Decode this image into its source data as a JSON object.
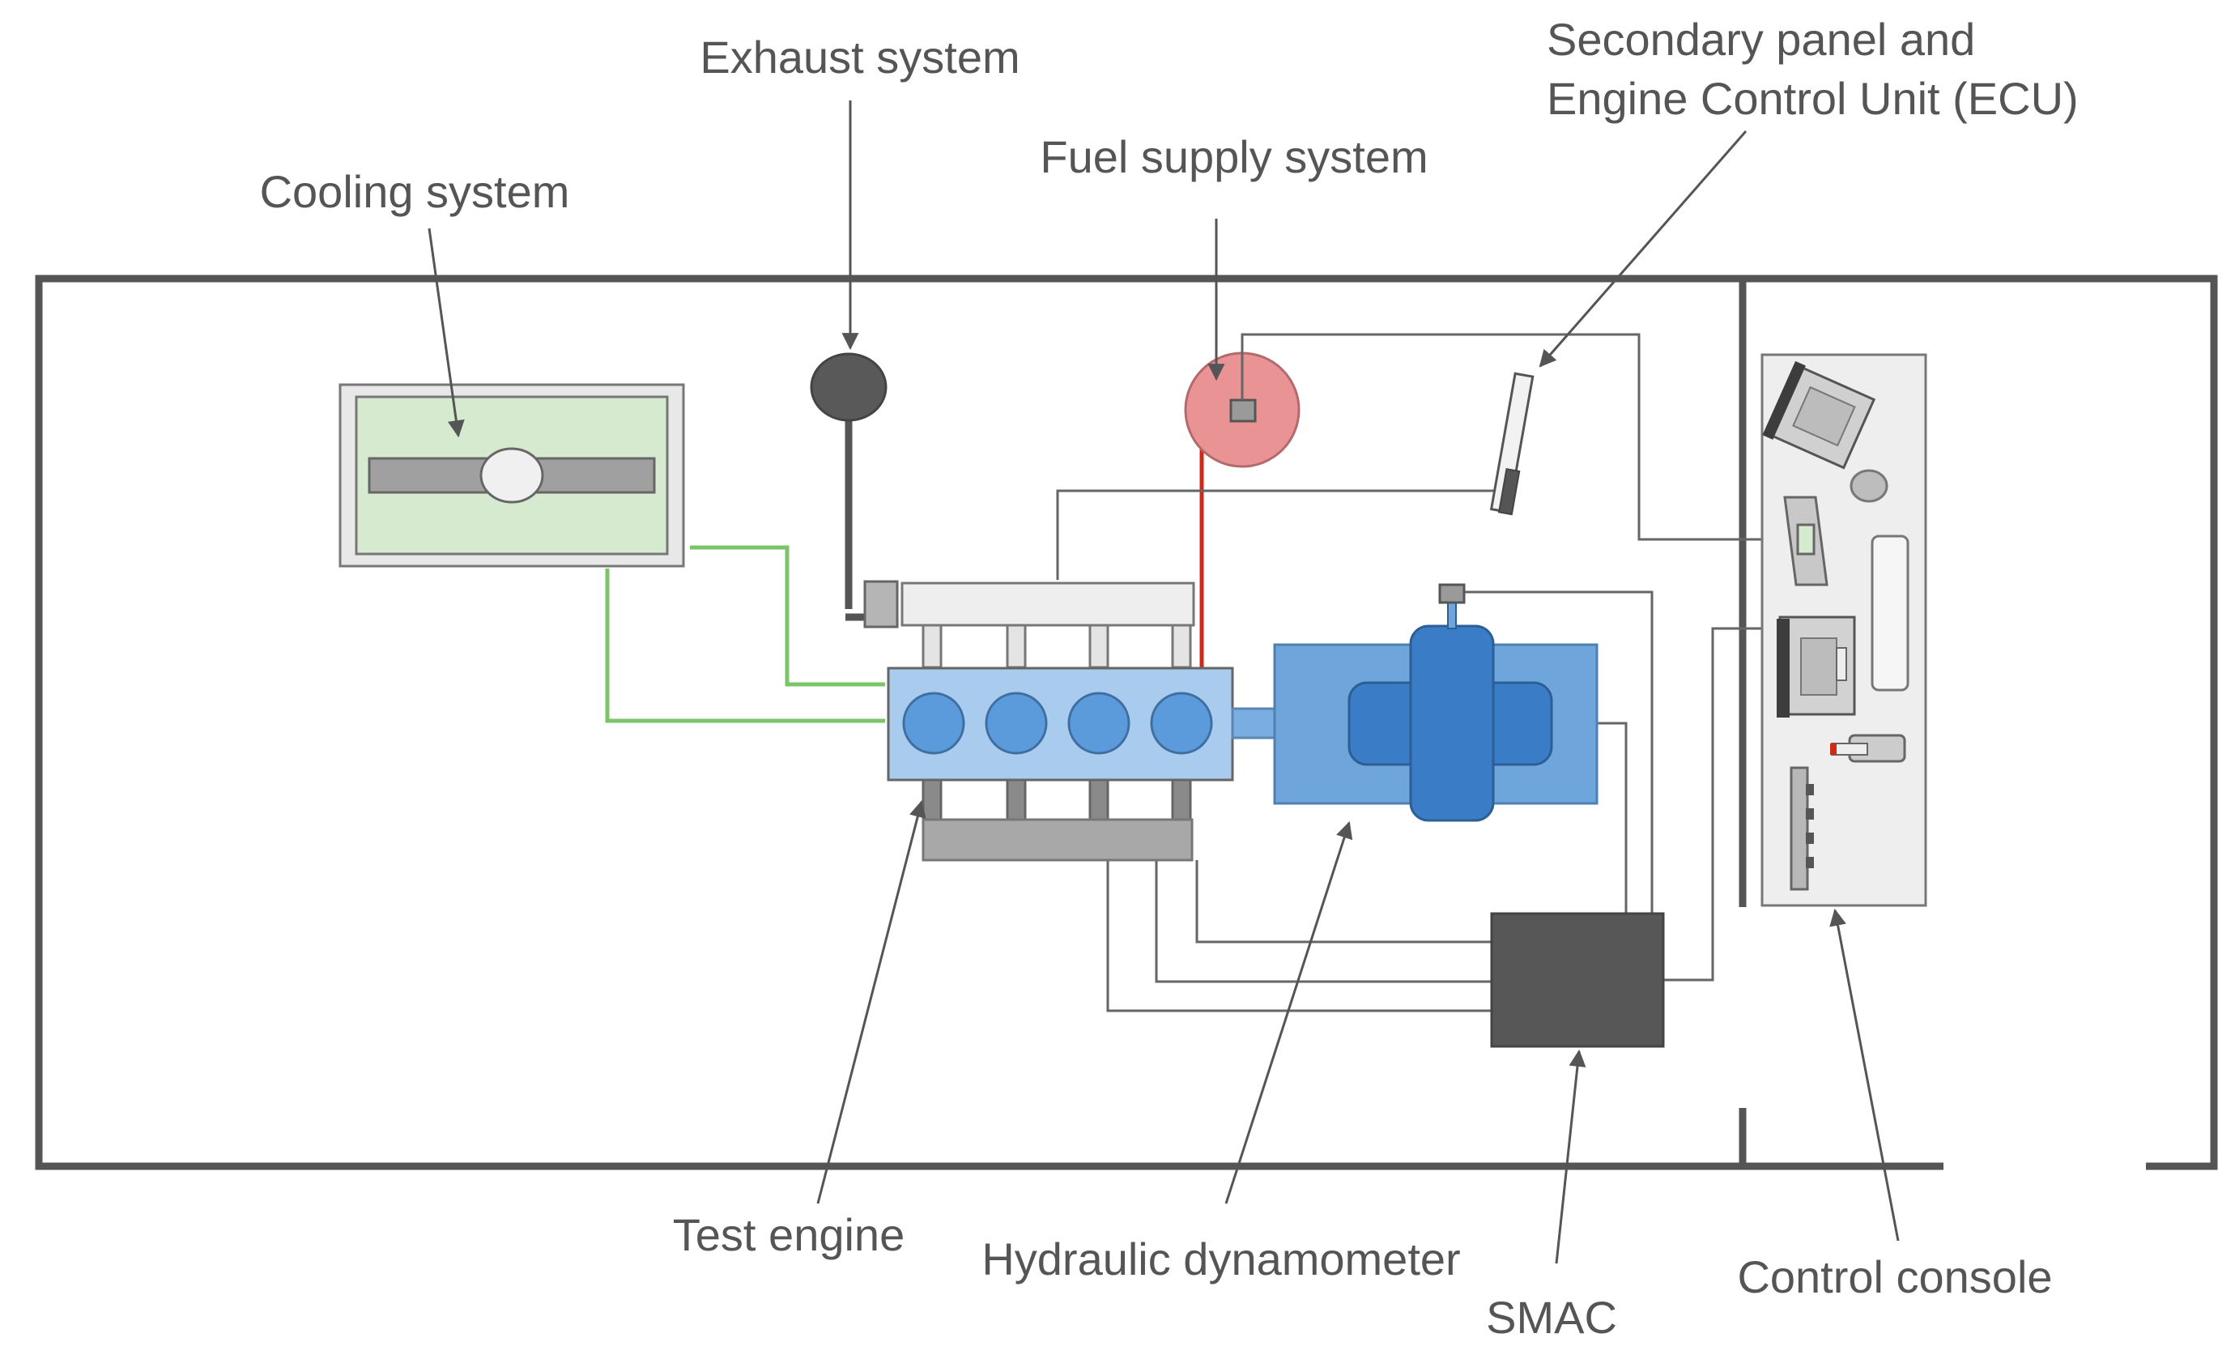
{
  "labels": {
    "exhaust": "Exhaust system",
    "secondary_line1": "Secondary panel and",
    "secondary_line2": "Engine Control Unit (ECU)",
    "fuel": "Fuel supply system",
    "cooling": "Cooling system",
    "test_engine": "Test engine",
    "dyno": "Hydraulic dynamometer",
    "smac": "SMAC",
    "console": "Control console"
  },
  "colors": {
    "wall": "#555555",
    "leader": "#555555",
    "wire": "#666666",
    "coolant": "#7cc46a",
    "fuel_line": "#cc2a1a",
    "cooling_fill": "#d6ead0",
    "engine_fill": "#a9ccee",
    "dyno_fill": "#6ea6dc",
    "dyno_core": "#3a7dc6",
    "fuel_tank": "#e99395",
    "smac": "#575757",
    "console_fill": "#eeeeee"
  }
}
